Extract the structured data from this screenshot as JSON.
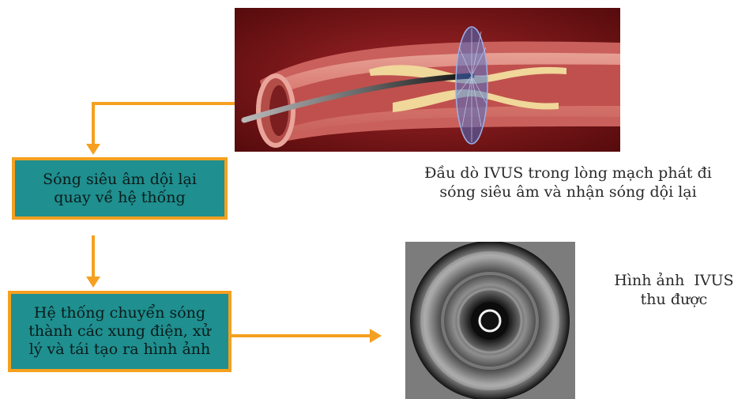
{
  "boxes": {
    "echo": {
      "line1": "Sóng siêu âm dội lại",
      "line2": "quay về hệ thống"
    },
    "processing": {
      "line1": "Hệ thống chuyển sóng",
      "line2": "thành các xung điện, xử",
      "line3": "lý và tái tạo ra hình ảnh"
    }
  },
  "captions": {
    "probe": {
      "line1": "Đầu dò IVUS trong lòng mạch phát đi",
      "line2": "sóng siêu âm và nhận sóng dội lại"
    },
    "result": {
      "line1": "Hình ảnh  IVUS",
      "line2": "thu được"
    }
  },
  "colors": {
    "arrow": "#f5a020",
    "box_fill": "#1f8f8f",
    "vessel_bg": "#6e0f12"
  }
}
